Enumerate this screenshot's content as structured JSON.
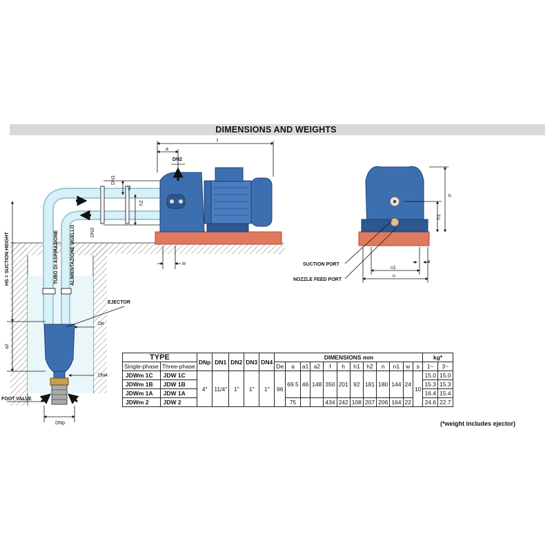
{
  "header": {
    "title": "DIMENSIONS AND WEIGHTS"
  },
  "labels": {
    "f": "f",
    "a": "a",
    "DN2": "DN2",
    "DN1": "DN1",
    "a1": "a1",
    "h2": "h2",
    "DN3": "DN3",
    "w": "w",
    "h": "h",
    "h1": "h1",
    "n1": "n1",
    "n": "n",
    "s": "s",
    "suction_port": "SUCTION PORT",
    "nozzle_feed_port": "NOZZLE FEED PORT",
    "hs": "HS = SUCTION HEIGHT",
    "tubo": "TUBO DI ASPIRAZIONE",
    "alimentazione": "ALIMENTAZIONE UGELLO",
    "ejector": "EJECTOR",
    "De": "De",
    "a2": "a2",
    "DN4": "DN4",
    "foot_valve": "FOOT VALVE",
    "DNp": "DNp"
  },
  "table": {
    "type_header": "TYPE",
    "single_phase": "Single-phase",
    "three_phase": "Three-phase",
    "cols_top": [
      "DNp",
      "DN1",
      "DN2",
      "DN3",
      "DN4"
    ],
    "dimensions_header": "DIMENSIONS mm",
    "dim_cols": [
      "De",
      "a",
      "a1",
      "a2",
      "f",
      "h",
      "h1",
      "h2",
      "n",
      "n1",
      "w",
      "s"
    ],
    "kg_header": "kg*",
    "kg_cols": [
      "1~",
      "3~"
    ],
    "rows": [
      {
        "single": "JDWm 1C",
        "three": "JDW 1C",
        "kg1": "15.0",
        "kg3": "15.0"
      },
      {
        "single": "JDWm 1B",
        "three": "JDW 1B",
        "kg1": "15.3",
        "kg3": "15.3"
      },
      {
        "single": "JDWm 1A",
        "three": "JDW 1A",
        "kg1": "16.4",
        "kg3": "15.4"
      },
      {
        "single": "JDWm 2",
        "three": "JDW 2",
        "kg1": "24.6",
        "kg3": "22.7"
      }
    ],
    "shared": {
      "DNp": "4\"",
      "DN1": "11/4\"",
      "DN2": "1\"",
      "DN3": "1\"",
      "DN4": "1\"",
      "De": "96",
      "a1": "46",
      "a2": "148",
      "s": "10"
    },
    "group1": {
      "a": "69.5",
      "f": "350",
      "h": "201",
      "h1": "92",
      "h2": "181",
      "n": "180",
      "n1": "144",
      "w": "24"
    },
    "group2": {
      "a": "75",
      "f": "434",
      "h": "242",
      "h1": "108",
      "h2": "207",
      "n": "206",
      "n1": "164",
      "w": "22"
    },
    "note": "(*weight includes ejector)"
  },
  "colors": {
    "pump_blue": "#3d6fb0",
    "base": "#e07a5f",
    "water": "#cfeef6",
    "ground": "#888888"
  }
}
